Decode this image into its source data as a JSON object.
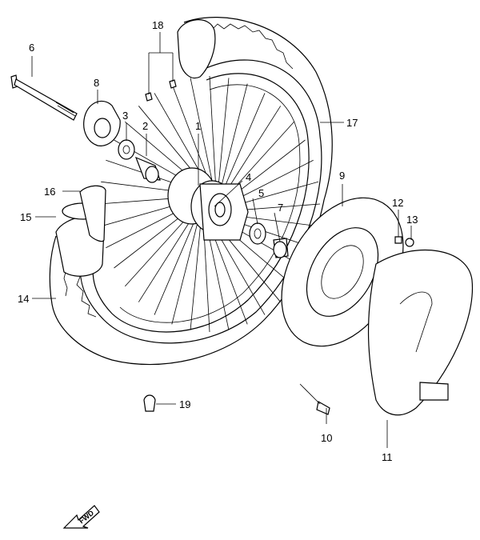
{
  "callouts": [
    "1",
    "2",
    "3",
    "4",
    "5",
    "6",
    "7",
    "8",
    "9",
    "10",
    "11",
    "12",
    "13",
    "14",
    "15",
    "16",
    "17",
    "18",
    "19"
  ],
  "fwd_label": "FWD"
}
